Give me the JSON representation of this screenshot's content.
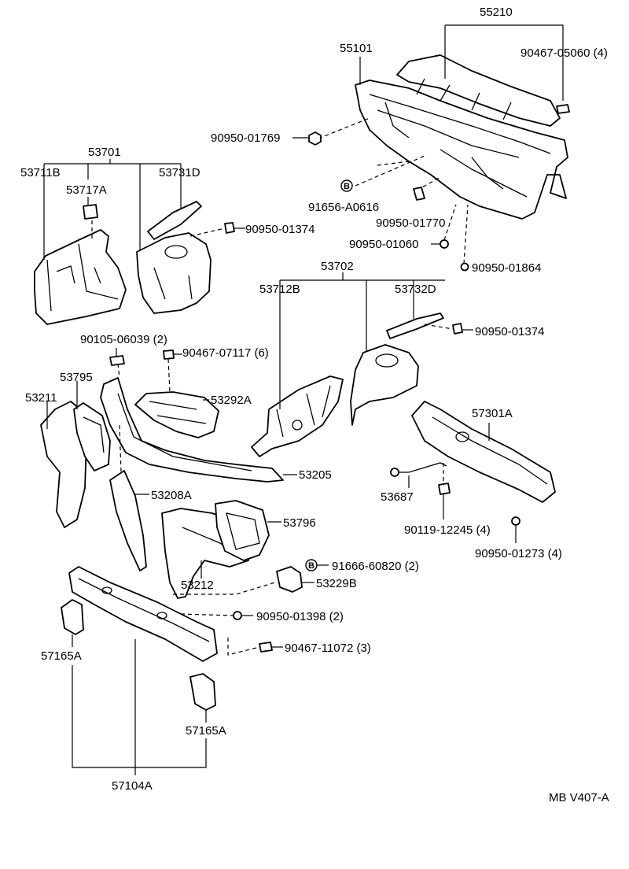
{
  "colors": {
    "line": "#000000",
    "background": "#ffffff"
  },
  "labels": {
    "p55210": "55210",
    "p55101": "55101",
    "p90467_05060": "90467-05060 (4)",
    "p90950_01769": "90950-01769",
    "p91656_A0616": "91656-A0616",
    "p91656_circle": "B",
    "p90950_01770": "90950-01770",
    "p90950_01060": "90950-01060",
    "p90950_01864": "90950-01864",
    "p53701": "53701",
    "p53711B": "53711B",
    "p53717A": "53717A",
    "p53731D": "53731D",
    "p90950_01374_a": "90950-01374",
    "p53702": "53702",
    "p53712B": "53712B",
    "p53732D": "53732D",
    "p90950_01374_b": "90950-01374",
    "p90105_06039": "90105-06039 (2)",
    "p90467_07117": "90467-07117 (6)",
    "p53795": "53795",
    "p53211": "53211",
    "p53292A": "53292A",
    "p57301A": "57301A",
    "p53205": "53205",
    "p53687": "53687",
    "p53208A": "53208A",
    "p53796": "53796",
    "p90119_12245": "90119-12245 (4)",
    "p90950_01273": "90950-01273 (4)",
    "p91666_60820": "91666-60820 (2)",
    "p91666_circle": "B",
    "p53212": "53212",
    "p53229B": "53229B",
    "p90950_01398": "90950-01398 (2)",
    "p57165A_a": "57165A",
    "p90467_11072": "90467-11072 (3)",
    "p57165A_b": "57165A",
    "p57104A": "57104A",
    "diagram_code": "MB V407-A"
  }
}
